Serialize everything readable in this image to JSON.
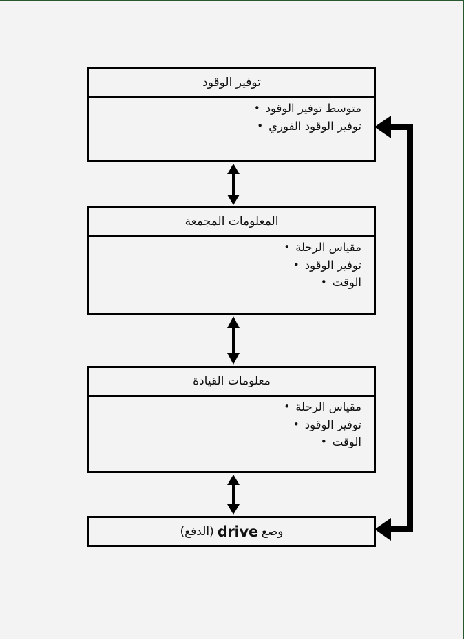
{
  "diagram": {
    "title": "توفير الوقود",
    "direction": "rtl",
    "background_color": "#f2f3f2",
    "border_color": "#29582f",
    "stroke_color": "#000000",
    "nodes": [
      {
        "id": "fuel-saving",
        "header": "توفير الوقود",
        "items": [
          "متوسط توفير الوقود",
          "توفير الوقود الفوري"
        ]
      },
      {
        "id": "collected-info",
        "header": "المعلومات المجمعة",
        "items": [
          "مقياس الرحلة",
          "توفير الوقود",
          "الوقت"
        ]
      },
      {
        "id": "driving-info",
        "header": "معلومات القيادة",
        "items": [
          "مقياس الرحلة",
          "توفير الوقود",
          "الوقت"
        ]
      },
      {
        "id": "drive-mode",
        "label_prefix": "وضع",
        "label_latin": "drive",
        "label_suffix": "(الدفع)"
      }
    ],
    "connectors": [
      {
        "id": "arrow-fuel-collected",
        "type": "double-arrow",
        "from": "collected-info",
        "to": "fuel-saving"
      },
      {
        "id": "arrow-collected-driving",
        "type": "double-arrow",
        "from": "driving-info",
        "to": "collected-info"
      },
      {
        "id": "arrow-driving-drivemode",
        "type": "double-arrow",
        "from": "drive-mode",
        "to": "driving-info"
      },
      {
        "id": "feedback-loop",
        "type": "bracket-arrow",
        "from": "drive-mode",
        "to": "fuel-saving"
      }
    ],
    "bullet_glyph": "•"
  }
}
